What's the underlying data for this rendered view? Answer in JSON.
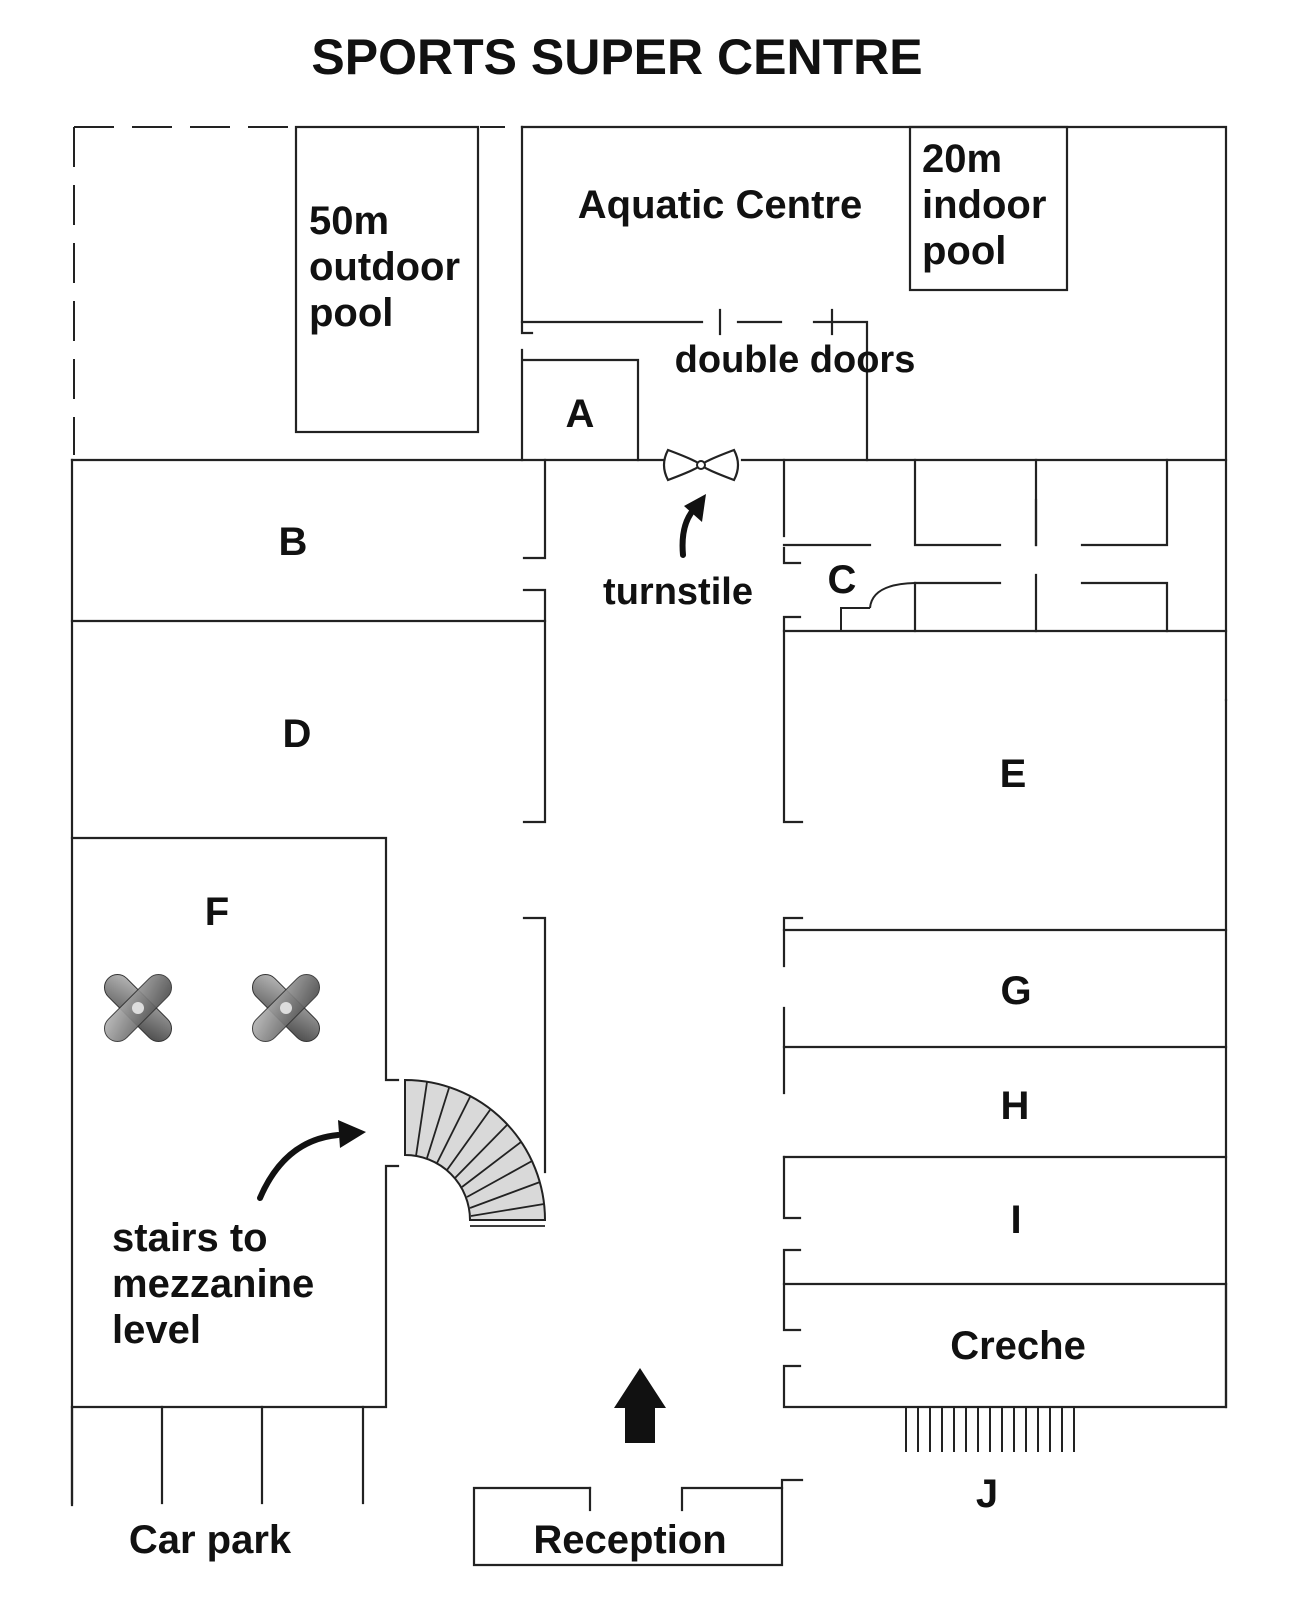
{
  "title": "SPORTS SUPER CENTRE",
  "areas": {
    "outdoor_pool": [
      "50m",
      "outdoor",
      "pool"
    ],
    "aquatic_centre": "Aquatic Centre",
    "indoor_pool": [
      "20m",
      "indoor",
      "pool"
    ],
    "double_doors": "double doors",
    "turnstile": "turnstile",
    "stairs": [
      "stairs to",
      "mezzanine",
      "level"
    ],
    "creche": "Creche",
    "car_park": "Car park",
    "reception": "Reception"
  },
  "room_letters": {
    "a": "A",
    "b": "B",
    "c": "C",
    "d": "D",
    "e": "E",
    "f": "F",
    "g": "G",
    "h": "H",
    "i": "I",
    "j": "J"
  },
  "icons": {
    "turnstile": "turnstile-icon",
    "stairs": "spiral-stairs-icon",
    "equipment": "crossed-bars-icon",
    "entrance": "up-arrow-icon"
  },
  "colors": {
    "ink": "#111111",
    "stairs_fill": "#d9d9d9"
  }
}
